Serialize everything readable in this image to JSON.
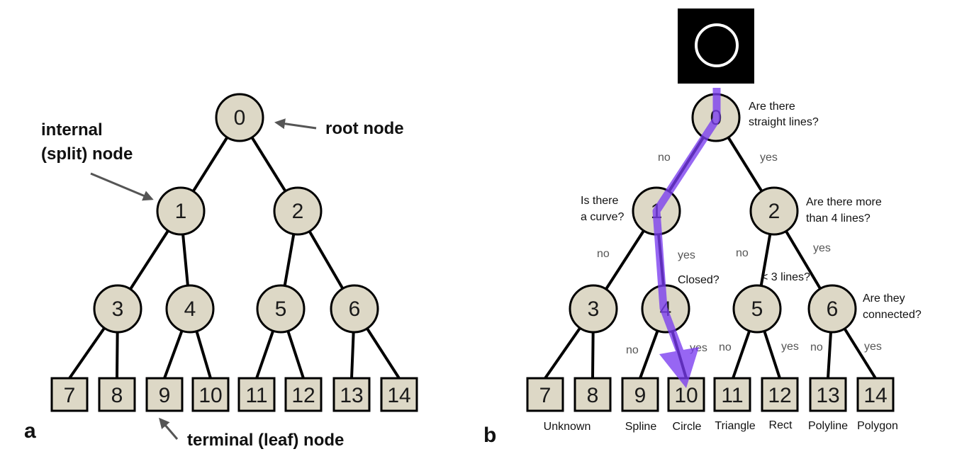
{
  "colors": {
    "node_fill": "#ddd8c6",
    "edge": "#000000",
    "pointer_arrow": "#555555",
    "path_highlight": "#7a3cf0",
    "input_background": "#000000",
    "input_circle": "#ffffff"
  },
  "panel_a": {
    "label": "a",
    "callouts": {
      "internal_line1": "internal",
      "internal_line2": "(split) node",
      "root": "root node",
      "leaf": "terminal (leaf) node"
    },
    "nodes": {
      "n0": "0",
      "n1": "1",
      "n2": "2",
      "n3": "3",
      "n4": "4",
      "n5": "5",
      "n6": "6",
      "n7": "7",
      "n8": "8",
      "n9": "9",
      "n10": "10",
      "n11": "11",
      "n12": "12",
      "n13": "13",
      "n14": "14"
    }
  },
  "panel_b": {
    "label": "b",
    "input_image_icon": "white-ring-on-black",
    "nodes": {
      "n0": "0",
      "n1": "1",
      "n2": "2",
      "n3": "3",
      "n4": "4",
      "n5": "5",
      "n6": "6",
      "n7": "7",
      "n8": "8",
      "n9": "9",
      "n10": "10",
      "n11": "11",
      "n12": "12",
      "n13": "13",
      "n14": "14"
    },
    "questions": {
      "q0_line1": "Are there",
      "q0_line2": "straight lines?",
      "q1_line1": "Is there",
      "q1_line2": "a curve?",
      "q2_line1": "Are there more",
      "q2_line2": "than 4 lines?",
      "q4": "Closed?",
      "q5": "< 3 lines?",
      "q6_line1": "Are they",
      "q6_line2": "connected?"
    },
    "edges": {
      "e0_1": "no",
      "e0_2": "yes",
      "e1_3": "no",
      "e1_4": "yes",
      "e2_5": "no",
      "e2_6": "yes",
      "e4_9": "no",
      "e4_10": "yes",
      "e5_11": "no",
      "e5_12": "yes",
      "e6_13": "no",
      "e6_14": "yes"
    },
    "leaves": {
      "l7": "Unknown",
      "l9": "Spline",
      "l10": "Circle",
      "l11": "Triangle",
      "l12": "Rect",
      "l13": "Polyline",
      "l14": "Polygon"
    }
  }
}
